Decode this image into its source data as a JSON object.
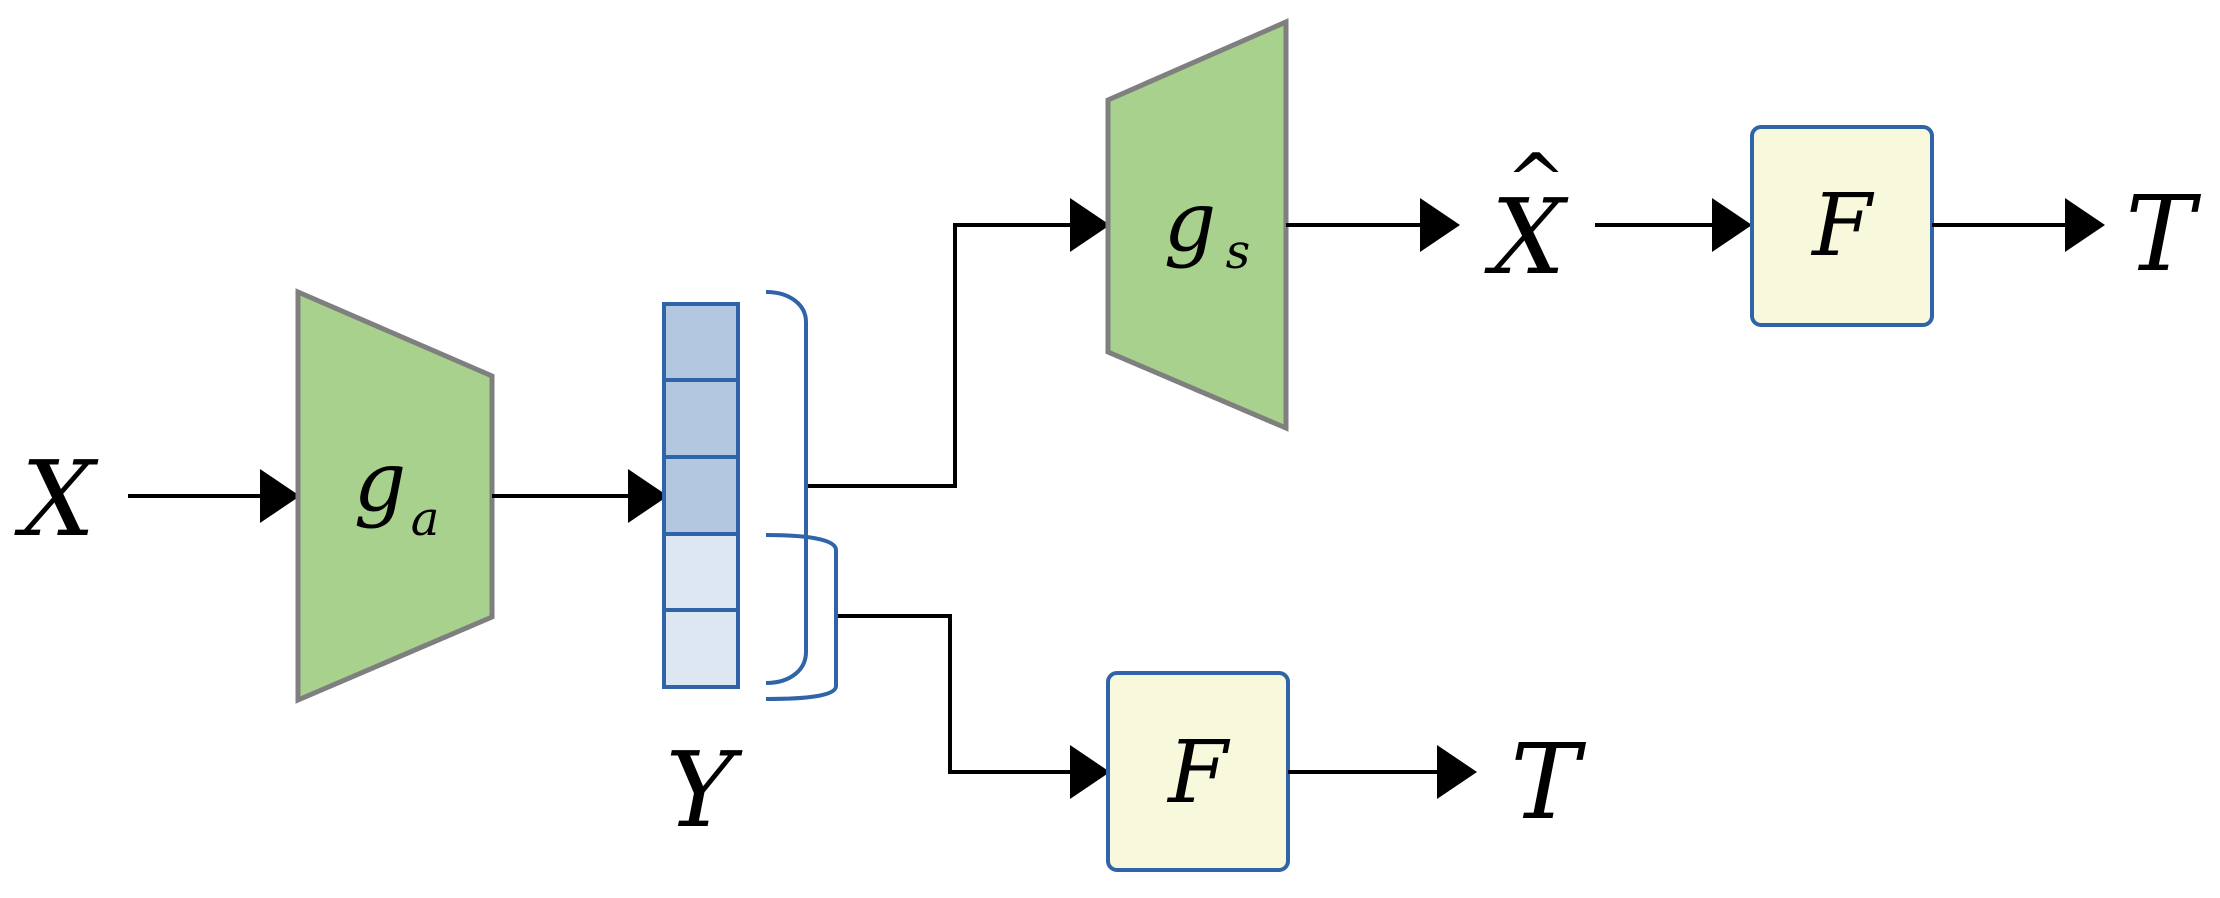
{
  "diagram": {
    "labels": {
      "input": "X",
      "analysis_main": "g",
      "analysis_sub": "a",
      "synthesis_main": "g",
      "synthesis_sub": "s",
      "latent": "Y",
      "reconstruction": "X",
      "reconstruction_accent": "^",
      "task_model_top": "F",
      "task_model_bottom": "F",
      "task_output_top": "T",
      "task_output_bottom": "T"
    },
    "latent_vector": {
      "element_count": 5,
      "dark_elements": 3,
      "light_elements": 2
    },
    "colors": {
      "transform_fill": "#a9d18e",
      "transform_stroke": "#7f7f7f",
      "task_fill": "#f8f8dc",
      "task_stroke": "#2f64a8",
      "latent_dark": "#b4c7e0",
      "latent_light": "#dde7f2",
      "latent_stroke": "#2f64a8",
      "arrow": "#000000"
    }
  }
}
